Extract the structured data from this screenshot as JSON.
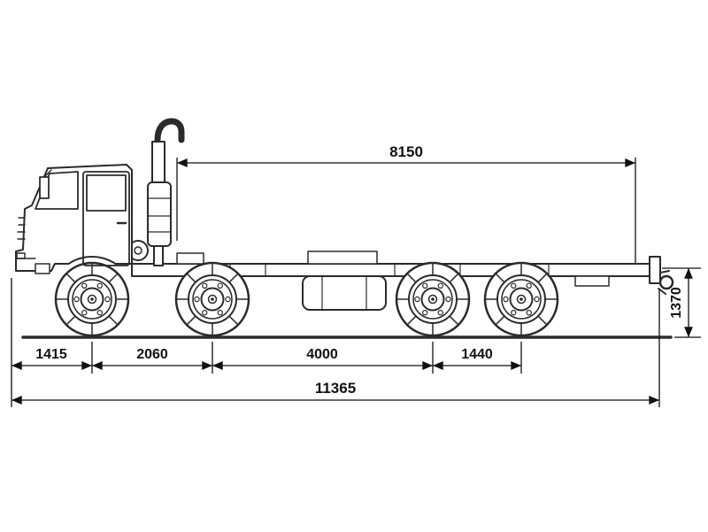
{
  "diagram": {
    "kind": "technical-dimension-drawing",
    "subject": "truck-chassis-side-view",
    "line_color": "#2b2b2b",
    "dim_color": "#111111",
    "background": "#ffffff",
    "dims": {
      "cab_to_rear": "8150",
      "rear_frame_height": "1370",
      "front_overhang": "1415",
      "axle_1_2": "2060",
      "axle_2_3": "4000",
      "axle_3_4": "1440",
      "overall_length": "11365"
    }
  }
}
